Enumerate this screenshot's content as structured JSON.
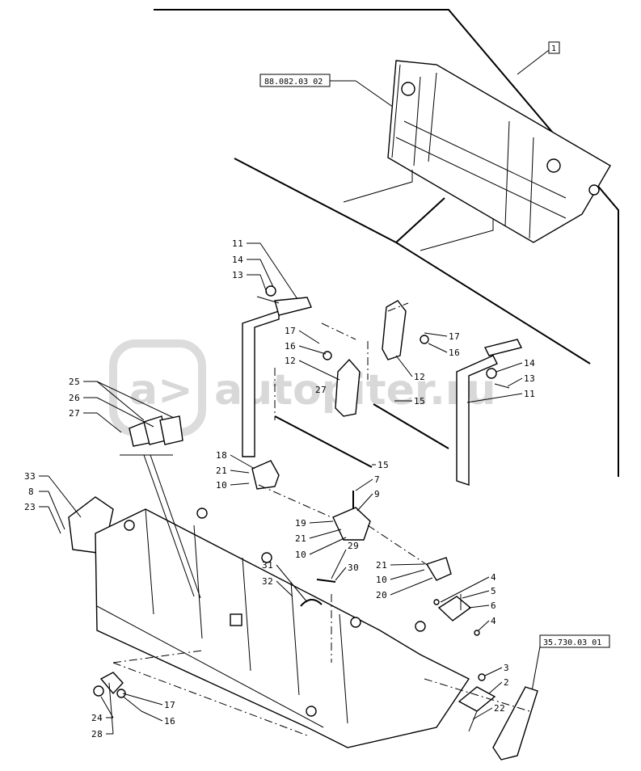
{
  "watermark": {
    "text": "autopiter.ru"
  },
  "refs": {
    "frame_ref": "1",
    "top_ref": "88.082.03 02",
    "right_ref": "35.730.03 01"
  },
  "callouts": [
    {
      "id": "c11a",
      "text": "11"
    },
    {
      "id": "c14a",
      "text": "14"
    },
    {
      "id": "c13a",
      "text": "13"
    },
    {
      "id": "c17a",
      "text": "17"
    },
    {
      "id": "c16a",
      "text": "16"
    },
    {
      "id": "c12a",
      "text": "12"
    },
    {
      "id": "c27",
      "text": "27"
    },
    {
      "id": "c17b",
      "text": "17"
    },
    {
      "id": "c16b",
      "text": "16"
    },
    {
      "id": "c12b",
      "text": "12"
    },
    {
      "id": "c15a",
      "text": "15"
    },
    {
      "id": "c14b",
      "text": "14"
    },
    {
      "id": "c13b",
      "text": "13"
    },
    {
      "id": "c11b",
      "text": "11"
    },
    {
      "id": "c25",
      "text": "25"
    },
    {
      "id": "c26",
      "text": "26"
    },
    {
      "id": "c27b",
      "text": "27"
    },
    {
      "id": "c18",
      "text": "18"
    },
    {
      "id": "c21a",
      "text": "21"
    },
    {
      "id": "c10a",
      "text": "10"
    },
    {
      "id": "c15b",
      "text": "15"
    },
    {
      "id": "c7",
      "text": "7"
    },
    {
      "id": "c9",
      "text": "9"
    },
    {
      "id": "c19",
      "text": "19"
    },
    {
      "id": "c21b",
      "text": "21"
    },
    {
      "id": "c10b",
      "text": "10"
    },
    {
      "id": "c33",
      "text": "33"
    },
    {
      "id": "c8",
      "text": "8"
    },
    {
      "id": "c23",
      "text": "23"
    },
    {
      "id": "c29",
      "text": "29"
    },
    {
      "id": "c30",
      "text": "30"
    },
    {
      "id": "c31",
      "text": "31"
    },
    {
      "id": "c32",
      "text": "32"
    },
    {
      "id": "c21c",
      "text": "21"
    },
    {
      "id": "c10c",
      "text": "10"
    },
    {
      "id": "c20",
      "text": "20"
    },
    {
      "id": "c4a",
      "text": "4"
    },
    {
      "id": "c5",
      "text": "5"
    },
    {
      "id": "c6",
      "text": "6"
    },
    {
      "id": "c4b",
      "text": "4"
    },
    {
      "id": "c3",
      "text": "3"
    },
    {
      "id": "c2",
      "text": "2"
    },
    {
      "id": "c22",
      "text": "22"
    },
    {
      "id": "c17c",
      "text": "17"
    },
    {
      "id": "c16c",
      "text": "16"
    },
    {
      "id": "c24",
      "text": "24"
    },
    {
      "id": "c28",
      "text": "28"
    }
  ]
}
